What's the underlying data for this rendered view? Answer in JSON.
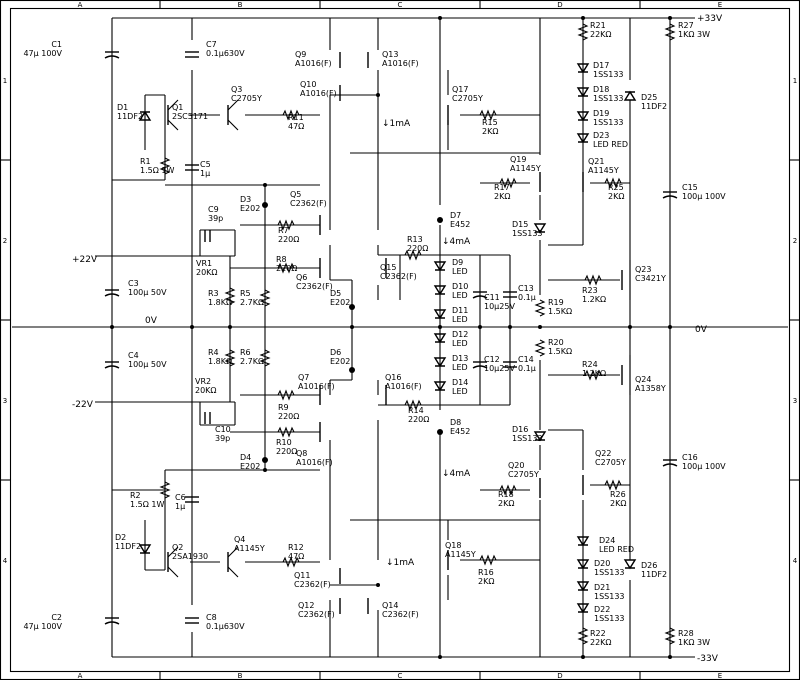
{
  "grid": {
    "cols": [
      "A",
      "B",
      "C",
      "D",
      "E"
    ],
    "rows": [
      "1",
      "2",
      "3",
      "4"
    ]
  },
  "rails": {
    "pos33": "+33V",
    "neg33": "-33V",
    "pos22": "+22V",
    "neg22": "-22V",
    "zero_left": "0V",
    "zero_right": "0V"
  },
  "currents": {
    "q_top": "↓1mA",
    "q_bot": "↓1mA",
    "led_top": "↓4mA",
    "led_bot": "↓4mA"
  },
  "parts": {
    "C1": {
      "ref": "C1",
      "val": "47μ 100V"
    },
    "C7": {
      "ref": "C7",
      "val": "0.1μ630V"
    },
    "D1": {
      "ref": "D1",
      "val": "11DF2"
    },
    "Q1": {
      "ref": "Q1",
      "val": "2SC5171"
    },
    "Q3": {
      "ref": "Q3",
      "val": "C2705Y"
    },
    "R11": {
      "ref": "R11",
      "val": "47Ω"
    },
    "Q9": {
      "ref": "Q9",
      "val": "A1016(F)"
    },
    "Q10": {
      "ref": "Q10",
      "val": "A1016(F)"
    },
    "Q13": {
      "ref": "Q13",
      "val": "A1016(F)"
    },
    "Q17": {
      "ref": "Q17",
      "val": "C2705Y"
    },
    "R15": {
      "ref": "R15",
      "val": "2KΩ"
    },
    "R21": {
      "ref": "R21",
      "val": "22KΩ"
    },
    "R27": {
      "ref": "R27",
      "val": "1KΩ  3W"
    },
    "D17": {
      "ref": "D17",
      "val": "1SS133"
    },
    "D18": {
      "ref": "D18",
      "val": "1SS133"
    },
    "D19": {
      "ref": "D19",
      "val": "1SS133"
    },
    "D23": {
      "ref": "D23",
      "val": "LED RED"
    },
    "D25": {
      "ref": "D25",
      "val": "11DF2"
    },
    "R1": {
      "ref": "R1",
      "val": "1.5Ω  1W"
    },
    "C5": {
      "ref": "C5",
      "val": "1μ"
    },
    "Q19": {
      "ref": "Q19",
      "val": "A1145Y"
    },
    "Q21": {
      "ref": "Q21",
      "val": "A1145Y"
    },
    "R17": {
      "ref": "R17",
      "val": "2KΩ"
    },
    "R25": {
      "ref": "R25",
      "val": "2KΩ"
    },
    "C15": {
      "ref": "C15",
      "val": "100μ  100V"
    },
    "D3": {
      "ref": "D3",
      "val": "E202"
    },
    "Q5": {
      "ref": "Q5",
      "val": "C2362(F)"
    },
    "C9": {
      "ref": "C9",
      "val": "39p"
    },
    "R7": {
      "ref": "R7",
      "val": "220Ω"
    },
    "D7": {
      "ref": "D7",
      "val": "E452"
    },
    "D15": {
      "ref": "D15",
      "val": "1SS133"
    },
    "VR1": {
      "ref": "VR1",
      "val": "20KΩ"
    },
    "R8": {
      "ref": "R8",
      "val": "220Ω"
    },
    "Q6": {
      "ref": "Q6",
      "val": "C2362(F)"
    },
    "R13": {
      "ref": "R13",
      "val": "220Ω"
    },
    "D9": {
      "ref": "D9",
      "val": "LED"
    },
    "Q15": {
      "ref": "Q15",
      "val": "C2362(F)"
    },
    "Q23": {
      "ref": "Q23",
      "val": "C3421Y"
    },
    "R23": {
      "ref": "R23",
      "val": "1.2KΩ"
    },
    "C3": {
      "ref": "C3",
      "val": "100μ 50V"
    },
    "R3": {
      "ref": "R3",
      "val": "1.8KΩ"
    },
    "R5": {
      "ref": "R5",
      "val": "2.7KΩ"
    },
    "D10": {
      "ref": "D10",
      "val": "LED"
    },
    "C11": {
      "ref": "C11",
      "val": "10μ25V"
    },
    "C13": {
      "ref": "C13",
      "val": "0.1μ"
    },
    "D5": {
      "ref": "D5",
      "val": "E202"
    },
    "D11": {
      "ref": "D11",
      "val": "LED"
    },
    "R19": {
      "ref": "R19",
      "val": "1.5KΩ"
    },
    "D12": {
      "ref": "D12",
      "val": "LED"
    },
    "R20": {
      "ref": "R20",
      "val": "1.5KΩ"
    },
    "D6": {
      "ref": "D6",
      "val": "E202"
    },
    "C4": {
      "ref": "C4",
      "val": "100μ 50V"
    },
    "R4": {
      "ref": "R4",
      "val": "1.8KΩ"
    },
    "R6": {
      "ref": "R6",
      "val": "2.7KΩ"
    },
    "D13": {
      "ref": "D13",
      "val": "LED"
    },
    "C12": {
      "ref": "C12",
      "val": "10μ25V"
    },
    "C14": {
      "ref": "C14",
      "val": "0.1μ"
    },
    "R24": {
      "ref": "R24",
      "val": "1.2KΩ"
    },
    "Q24": {
      "ref": "Q24",
      "val": "A1358Y"
    },
    "Q7": {
      "ref": "Q7",
      "val": "A1016(F)"
    },
    "Q16": {
      "ref": "Q16",
      "val": "A1016(F)"
    },
    "D14": {
      "ref": "D14",
      "val": "LED"
    },
    "VR2": {
      "ref": "VR2",
      "val": "20KΩ"
    },
    "R9": {
      "ref": "R9",
      "val": "220Ω"
    },
    "R14": {
      "ref": "R14",
      "val": "220Ω"
    },
    "C10": {
      "ref": "C10",
      "val": "39p"
    },
    "D8": {
      "ref": "D8",
      "val": "E452"
    },
    "D16": {
      "ref": "D16",
      "val": "1SS133"
    },
    "R10": {
      "ref": "R10",
      "val": "220Ω"
    },
    "Q8": {
      "ref": "Q8",
      "val": "A1016(F)"
    },
    "D4": {
      "ref": "D4",
      "val": "E202"
    },
    "Q22": {
      "ref": "Q22",
      "val": "C2705Y"
    },
    "Q20": {
      "ref": "Q20",
      "val": "C2705Y"
    },
    "C16": {
      "ref": "C16",
      "val": "100μ  100V"
    },
    "R2": {
      "ref": "R2",
      "val": "1.5Ω  1W"
    },
    "C6": {
      "ref": "C6",
      "val": "1μ"
    },
    "R18": {
      "ref": "R18",
      "val": "2KΩ"
    },
    "R26": {
      "ref": "R26",
      "val": "2KΩ"
    },
    "D2": {
      "ref": "D2",
      "val": "11DF2"
    },
    "Q2": {
      "ref": "Q2",
      "val": "2SA1930"
    },
    "Q4": {
      "ref": "Q4",
      "val": "A1145Y"
    },
    "R12": {
      "ref": "R12",
      "val": "47Ω"
    },
    "Q18": {
      "ref": "Q18",
      "val": "A1145Y"
    },
    "R16": {
      "ref": "R16",
      "val": "2KΩ"
    },
    "D24": {
      "ref": "D24",
      "val": "LED RED"
    },
    "D20": {
      "ref": "D20",
      "val": "1SS133"
    },
    "D21": {
      "ref": "D21",
      "val": "1SS133"
    },
    "D22": {
      "ref": "D22",
      "val": "1SS133"
    },
    "D26": {
      "ref": "D26",
      "val": "11DF2"
    },
    "Q11": {
      "ref": "Q11",
      "val": "C2362(F)"
    },
    "Q12": {
      "ref": "Q12",
      "val": "C2362(F)"
    },
    "Q14": {
      "ref": "Q14",
      "val": "C2362(F)"
    },
    "C2": {
      "ref": "C2",
      "val": "47μ 100V"
    },
    "C8": {
      "ref": "C8",
      "val": "0.1μ630V"
    },
    "R22": {
      "ref": "R22",
      "val": "22KΩ"
    },
    "R28": {
      "ref": "R28",
      "val": "1KΩ  3W"
    }
  }
}
